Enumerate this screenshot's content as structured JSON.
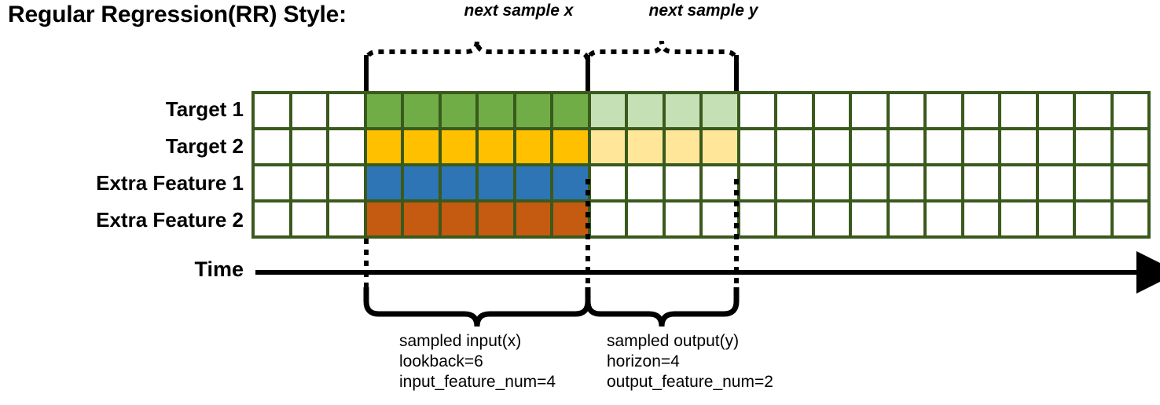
{
  "title": "Regular Regression(RR) Style:",
  "rows": [
    {
      "label": "Target 1",
      "color": "#70ad47",
      "light_color": "#c5e0b4"
    },
    {
      "label": "Target 2",
      "color": "#ffc000",
      "light_color": "#ffe699"
    },
    {
      "label": "Extra Feature 1",
      "color": "#2e75b6",
      "light_color": null
    },
    {
      "label": "Extra Feature 2",
      "color": "#c55a11",
      "light_color": null
    }
  ],
  "time_axis": {
    "label": "Time"
  },
  "grid": {
    "total_columns": 24,
    "total_rows": 4,
    "input_start_column": 4,
    "input_end_column": 9,
    "output_start_column": 10,
    "output_end_column": 13,
    "border_color": "#3a5a1d"
  },
  "top_annotations": [
    {
      "label": "next sample x"
    },
    {
      "label": "next sample y"
    }
  ],
  "bottom_annotations": [
    {
      "lines": [
        "sampled input(x)",
        "lookback=6",
        "input_feature_num=4"
      ]
    },
    {
      "lines": [
        "sampled output(y)",
        "horizon=4",
        "output_feature_num=2"
      ]
    }
  ]
}
